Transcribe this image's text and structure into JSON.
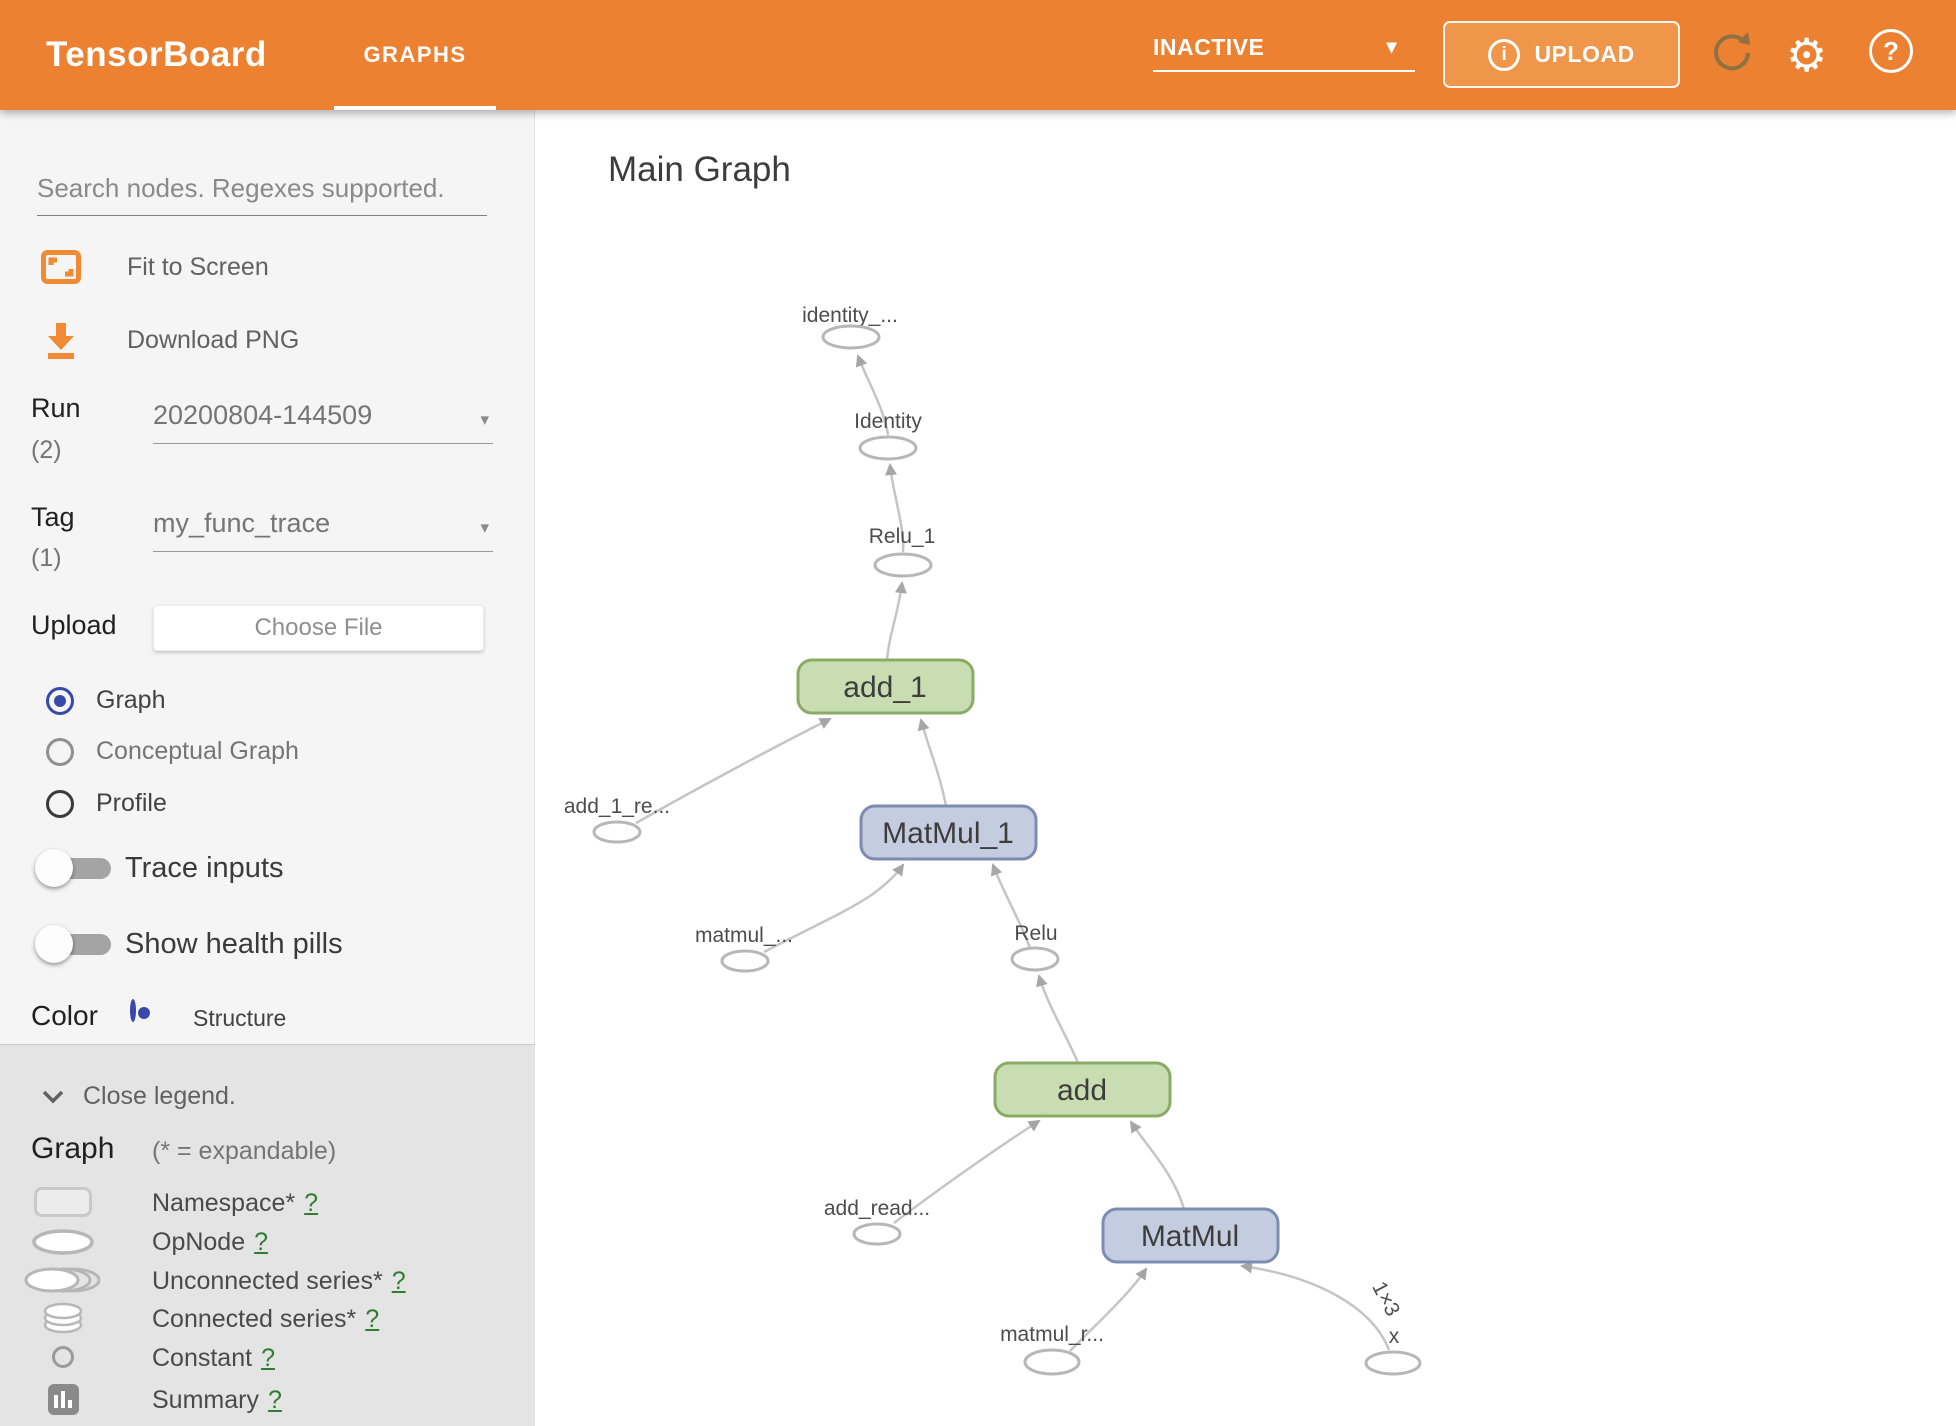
{
  "header": {
    "app_title": "TensorBoard",
    "tab_graphs": "GRAPHS",
    "status": "INACTIVE",
    "upload_label": "UPLOAD"
  },
  "icons": {
    "gear": "⚙",
    "caret_down": "▾",
    "info": "i",
    "help": "?"
  },
  "sidebar": {
    "search_placeholder": "Search nodes. Regexes supported.",
    "fit_label": "Fit to Screen",
    "download_label": "Download PNG",
    "run": {
      "label": "Run",
      "count": "(2)",
      "value": "20200804-144509"
    },
    "tag": {
      "label": "Tag",
      "count": "(1)",
      "value": "my_func_trace"
    },
    "upload": {
      "label": "Upload",
      "button": "Choose File"
    },
    "view_options": [
      {
        "label": "Graph",
        "selected": true
      },
      {
        "label": "Conceptual Graph",
        "selected": false
      },
      {
        "label": "Profile",
        "selected": false
      }
    ],
    "toggles": [
      {
        "label": "Trace inputs",
        "on": false
      },
      {
        "label": "Show health pills",
        "on": false
      }
    ],
    "color_by": {
      "label": "Color",
      "option": "Structure"
    },
    "legend": {
      "close_label": "Close legend.",
      "heading": "Graph",
      "heading_note": "(* = expandable)",
      "items": [
        {
          "icon": "namespace",
          "label": "Namespace*",
          "help": "?"
        },
        {
          "icon": "opnode",
          "label": "OpNode",
          "help": "?"
        },
        {
          "icon": "unconnected-series",
          "label": "Unconnected series*",
          "help": "?"
        },
        {
          "icon": "connected-series",
          "label": "Connected series*",
          "help": "?"
        },
        {
          "icon": "constant",
          "label": "Constant",
          "help": "?"
        },
        {
          "icon": "summary",
          "label": "Summary",
          "help": "?"
        }
      ]
    }
  },
  "graph": {
    "title": "Main Graph",
    "edge_shape_label": "1×3",
    "nodes": {
      "identity_series": "identity_...",
      "identity": "Identity",
      "relu_1": "Relu_1",
      "add_1": "add_1",
      "add_1_read": "add_1_re...",
      "matmul_1": "MatMul_1",
      "matmul_1_read": "matmul_...",
      "relu": "Relu",
      "add": "add",
      "add_read": "add_read...",
      "matmul": "MatMul",
      "matmul_read": "matmul_r...",
      "x": "x"
    }
  }
}
